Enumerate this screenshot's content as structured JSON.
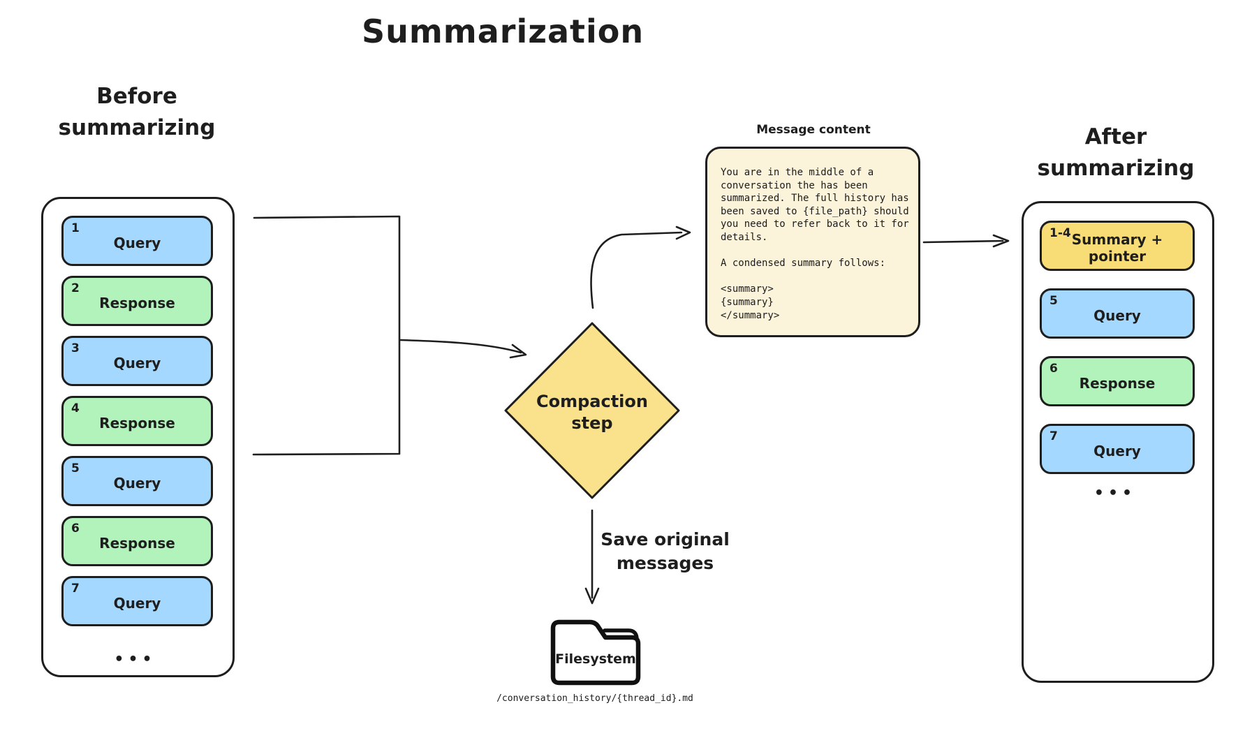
{
  "colors": {
    "stroke": "#1e1e1e",
    "blue": "#a5d8ff",
    "green": "#b2f2bb",
    "yellow": "#f8dd77",
    "diamond": "#f9e28b",
    "note_bg": "#fcf4da"
  },
  "title": "Summarization",
  "before": {
    "label": "Before\nsummarizing",
    "messages": [
      {
        "num": "1",
        "label": "Query",
        "color": "blue"
      },
      {
        "num": "2",
        "label": "Response",
        "color": "green"
      },
      {
        "num": "3",
        "label": "Query",
        "color": "blue"
      },
      {
        "num": "4",
        "label": "Response",
        "color": "green"
      },
      {
        "num": "5",
        "label": "Query",
        "color": "blue"
      },
      {
        "num": "6",
        "label": "Response",
        "color": "green"
      },
      {
        "num": "7",
        "label": "Query",
        "color": "blue"
      }
    ],
    "ellipsis": "•••"
  },
  "after": {
    "label": "After\nsummarizing",
    "messages": [
      {
        "num": "1-4",
        "label": "Summary +\npointer",
        "color": "yellow"
      },
      {
        "num": "5",
        "label": "Query",
        "color": "blue"
      },
      {
        "num": "6",
        "label": "Response",
        "color": "green"
      },
      {
        "num": "7",
        "label": "Query",
        "color": "blue"
      }
    ],
    "ellipsis": "•••"
  },
  "compaction": {
    "label": "Compaction\nstep"
  },
  "note": {
    "title": "Message content",
    "body": "You are in the middle of a\nconversation the has been\nsummarized. The full history has\nbeen saved to {file_path} should\nyou need to refer back to it for\ndetails.\n\nA condensed summary follows:\n\n<summary>\n{summary}\n</summary>"
  },
  "save_arrow": {
    "label": "Save original\nmessages"
  },
  "filesystem": {
    "label": "Filesystem",
    "path": "/conversation_history/{thread_id}.md"
  }
}
